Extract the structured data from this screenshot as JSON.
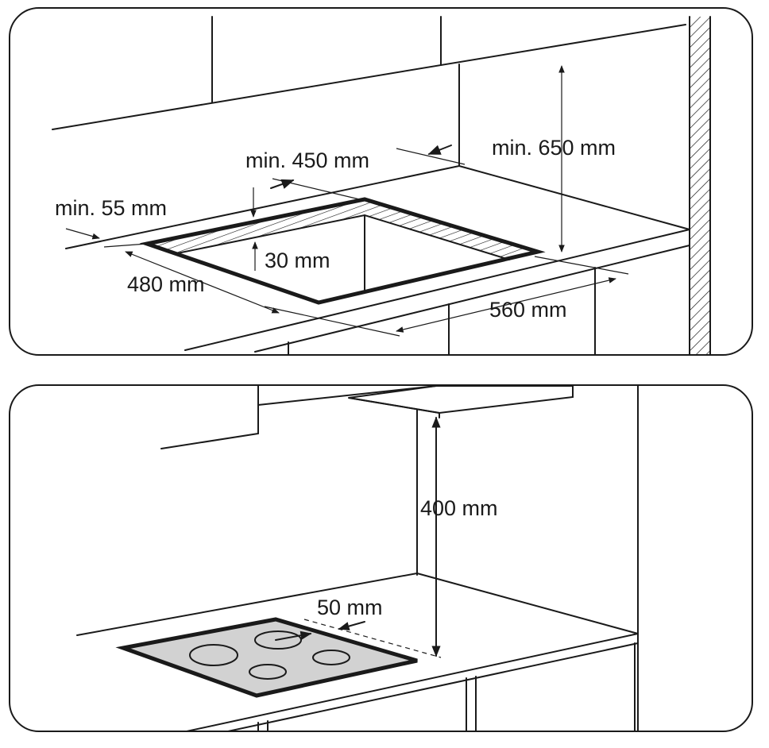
{
  "top_diagram": {
    "labels": {
      "depth_clearance": "min. 55 mm",
      "rear_clearance": "min. 450 mm",
      "cabinet_height": "min. 650 mm",
      "cutout_depth": "30 mm",
      "cutout_width": "480 mm",
      "cutout_length": "560 mm"
    }
  },
  "bottom_diagram": {
    "labels": {
      "hood_height": "400 mm",
      "wall_distance": "50 mm"
    }
  },
  "colors": {
    "line": "#1a1a1a",
    "hob_surface": "#d2d2d2",
    "background": "#ffffff"
  }
}
